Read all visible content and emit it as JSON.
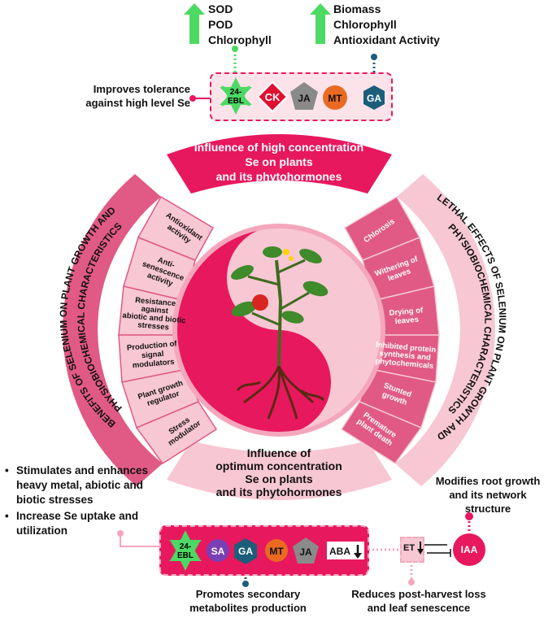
{
  "top": {
    "list_left": [
      "SOD",
      "POD",
      "Chlorophyll"
    ],
    "list_right": [
      "Biomass",
      "Chlorophyll",
      "Antioxidant Activity"
    ],
    "tolerance": [
      "Improves tolerance",
      "against high level Se"
    ],
    "hormones": [
      "24-EBL",
      "CK",
      "JA",
      "MT",
      "GA"
    ]
  },
  "center": {
    "high_title": [
      "Influence of high concentration",
      "Se on plants",
      "and its phytohormones"
    ],
    "optimum_title": [
      "Influence of",
      "optimum concentration",
      "Se on plants",
      "and its phytohormones"
    ],
    "left_arc_title_1": "BENEFITS OF SELENIUM ON PLANT GROWTH AND",
    "left_arc_title_2": "PHYSIOBIOCHEMICAL CHARACTERISTICS",
    "right_arc_title_1": "LETHAL EFFECTS OF SELENIUM ON PLANT GROWTH AND",
    "right_arc_title_2": "PHYSIOBIOCHEMICAL CHARACTERISTICS",
    "benefits": [
      [
        "Antioxidant",
        "activity"
      ],
      [
        "Anti-",
        "senescence",
        "activity"
      ],
      [
        "Resistance",
        "against",
        "abiotic and biotic",
        "stresses"
      ],
      [
        "Production of",
        "signal",
        "modulators"
      ],
      [
        "Plant growth",
        "regulator"
      ],
      [
        "Stress",
        "modulator"
      ]
    ],
    "lethal": [
      [
        "Chlorosis"
      ],
      [
        "Withering of",
        "leaves"
      ],
      [
        "Drying of",
        "leaves"
      ],
      [
        "Inhibited protein",
        "synthesis and",
        "phytochemicals"
      ],
      [
        "Stunted",
        "growth"
      ],
      [
        "Premature",
        "plant death"
      ]
    ]
  },
  "bottom": {
    "bullets": [
      "Stimulates and enhances heavy metal, abiotic and biotic stresses",
      "Increase Se uptake and utilization"
    ],
    "bullet_lines": [
      [
        "Stimulates and enhances",
        "heavy metal, abiotic and",
        "biotic stresses"
      ],
      [
        "Increase Se uptake and",
        "utilization"
      ]
    ],
    "hormones": [
      "24-EBL",
      "SA",
      "GA",
      "MT",
      "JA",
      "ABA"
    ],
    "et": "ET",
    "iaa": "IAA",
    "root_note": [
      "Modifies root growth",
      "and its network",
      "structure"
    ],
    "secondary": [
      "Promotes secondary",
      "metabolites production"
    ],
    "postharvest": [
      "Reduces post-harvest loss",
      "and leaf senescence"
    ]
  },
  "colors": {
    "magenta": "#e8185e",
    "pink_mid": "#e05a85",
    "pink_light": "#f7c7d4",
    "green": "#4cd964",
    "purple": "#7b3fb5",
    "blue": "#1c5d7a",
    "orange": "#ea6a22",
    "gray": "#8a8a8a",
    "red": "#e01030"
  }
}
